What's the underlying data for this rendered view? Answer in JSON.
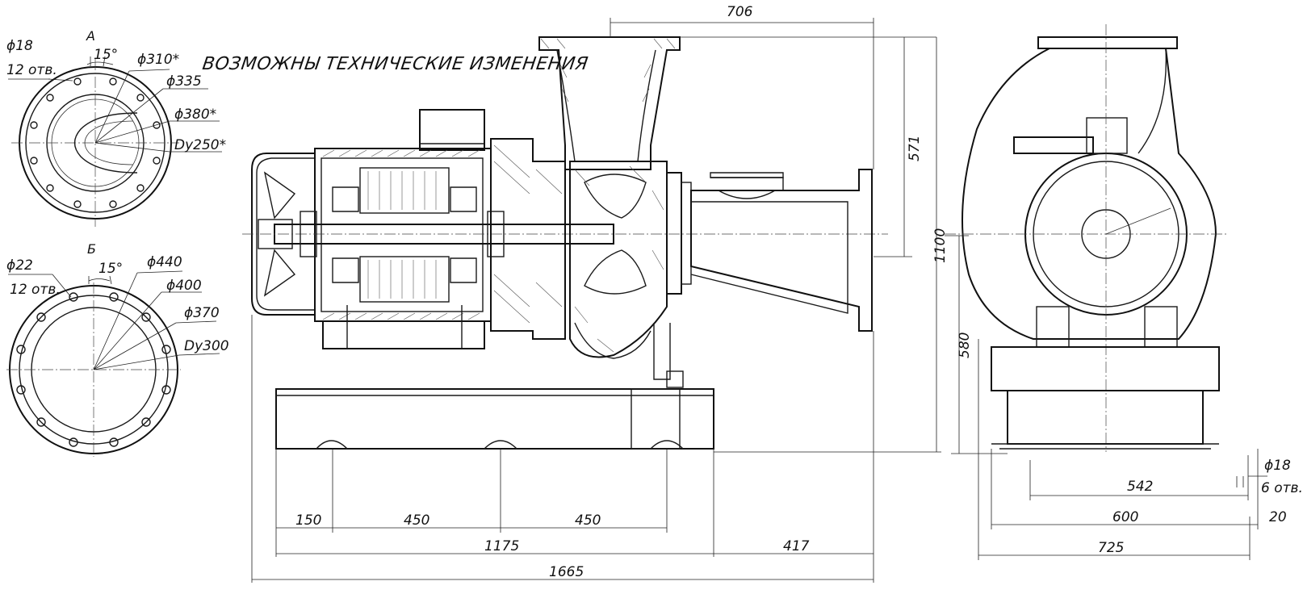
{
  "note": "ВОЗМОЖНЫ ТЕХНИЧЕСКИЕ ИЗМЕНЕНИЯ",
  "flange_a": {
    "view_label": "А",
    "holes_dia": "ϕ18",
    "holes_count": "12 отв.",
    "angle": "15°",
    "d1": "ϕ310*",
    "d2": "ϕ335",
    "d3": "ϕ380*",
    "dn": "Dy250*"
  },
  "flange_b": {
    "view_label": "Б",
    "holes_dia": "ϕ22",
    "holes_count": "12 отв.",
    "angle": "15°",
    "d1": "ϕ440",
    "d2": "ϕ400",
    "d3": "ϕ370",
    "dn": "Dy300"
  },
  "dims": {
    "top_706": "706",
    "h_571": "571",
    "h_1100": "1100",
    "h_580": "580",
    "d_150": "150",
    "d_450a": "450",
    "d_450b": "450",
    "d_1175": "1175",
    "d_417": "417",
    "d_1665": "1665",
    "d_542": "542",
    "d_600": "600",
    "d_725": "725",
    "d_20": "20",
    "holes_dia": "ϕ18",
    "holes_count": "6 отв."
  }
}
